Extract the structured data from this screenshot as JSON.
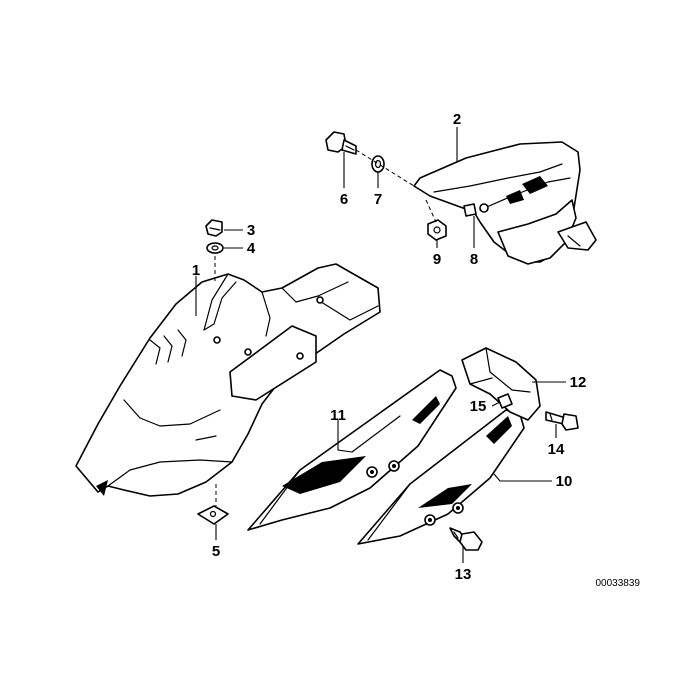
{
  "callouts": {
    "c1": "1",
    "c2": "2",
    "c3": "3",
    "c4": "4",
    "c5": "5",
    "c6": "6",
    "c7": "7",
    "c8": "8",
    "c9": "9",
    "c10": "10",
    "c11": "11",
    "c12": "12",
    "c13": "13",
    "c14": "14",
    "c15": "15"
  },
  "document_number": "00033839",
  "colors": {
    "line": "#000000",
    "fill": "#ffffff"
  }
}
